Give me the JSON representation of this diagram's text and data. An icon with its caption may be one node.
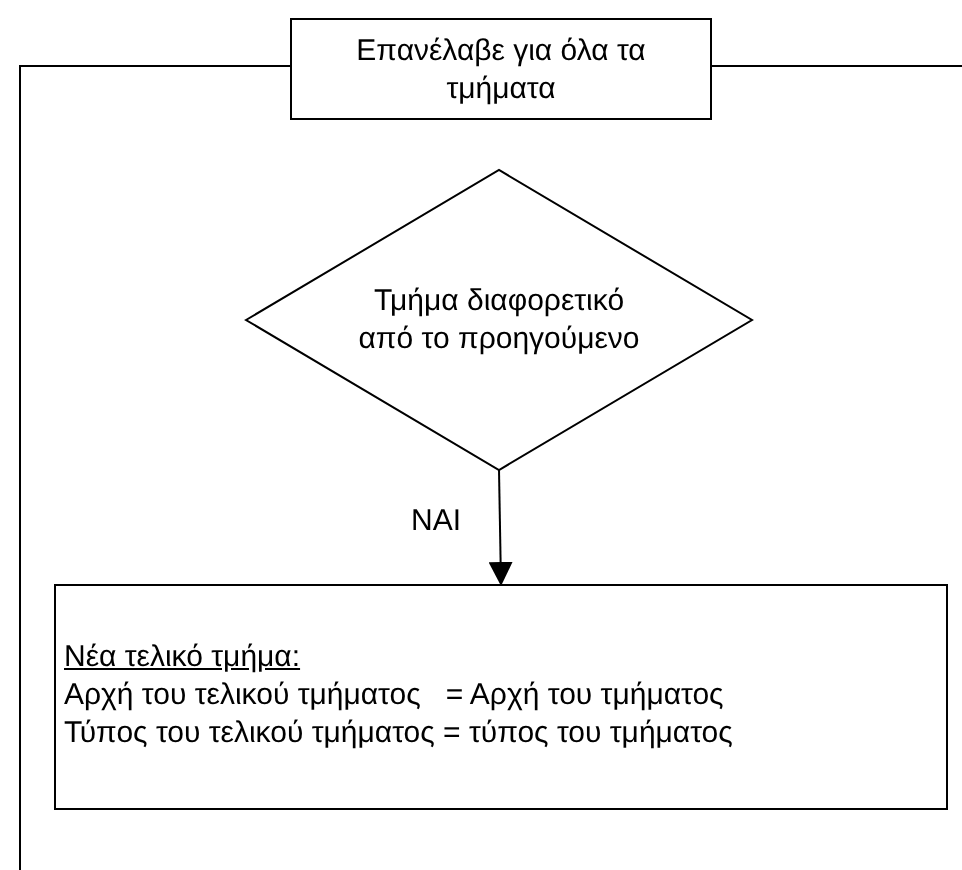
{
  "diagram": {
    "nodes": [
      {
        "text": [
          "Επανέλαβε για όλα τα τμήματα"
        ]
      },
      {
        "text": [
          "Τμήμα διαφορετικό από το προηγούμενο"
        ]
      },
      {
        "text": [
          "Νέα τελικό τμήμα:",
          "Αρχή του τελικού τμήματος   = Αρχή του τμήματος",
          "Τύπος του τελικού τμήματος = τύπος του τμήματος"
        ]
      }
    ],
    "edges": [
      {
        "from": 1,
        "to": 2,
        "arrow": "to",
        "label": "ΝΑΙ"
      }
    ]
  }
}
